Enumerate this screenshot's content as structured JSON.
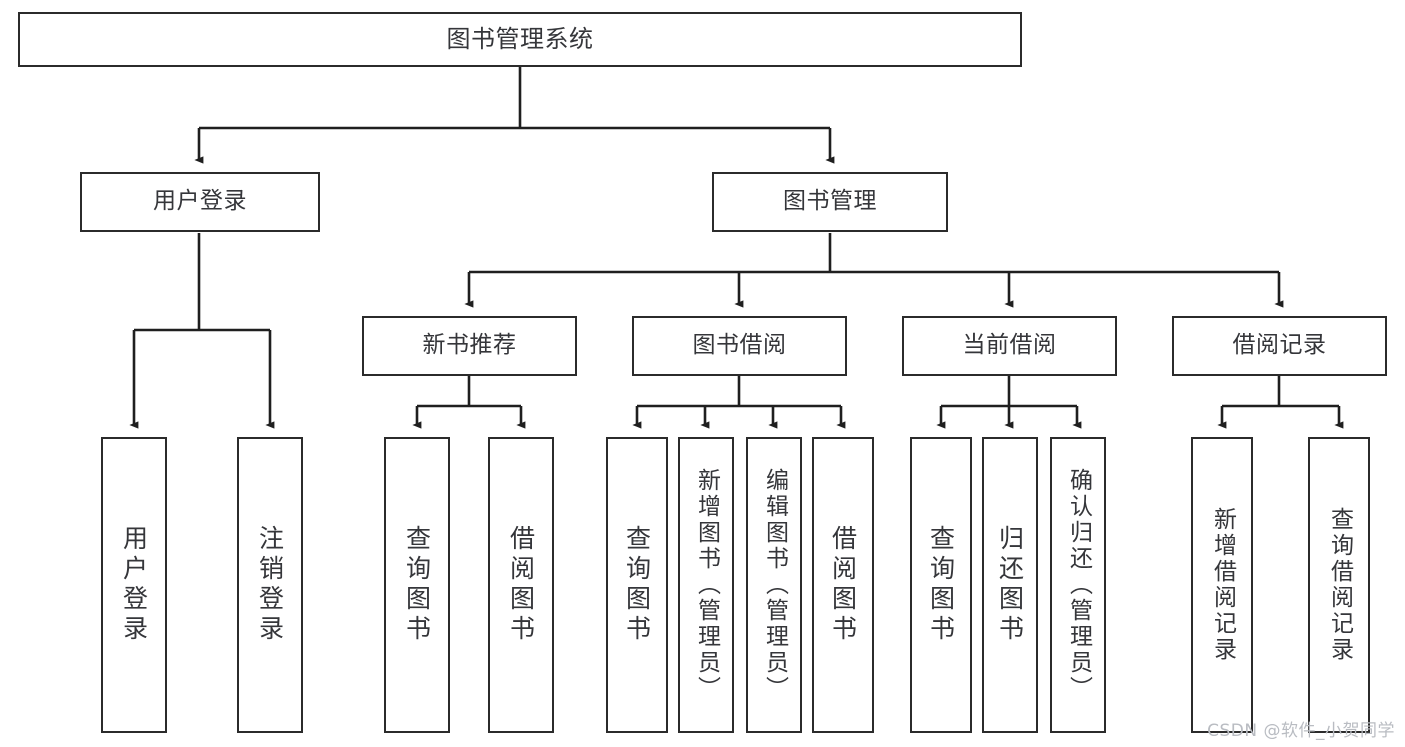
{
  "diagram": {
    "type": "tree-hierarchy-diagram",
    "title": "图书管理系统",
    "root": {
      "id": "root",
      "label": "图书管理系统"
    },
    "level2": [
      {
        "id": "user-login",
        "label": "用户登录"
      },
      {
        "id": "book-management",
        "label": "图书管理"
      }
    ],
    "level3": [
      {
        "id": "new-book-recommend",
        "label": "新书推荐",
        "parent": "book-management"
      },
      {
        "id": "book-borrow",
        "label": "图书借阅",
        "parent": "book-management"
      },
      {
        "id": "current-borrow",
        "label": "当前借阅",
        "parent": "book-management"
      },
      {
        "id": "borrow-record",
        "label": "借阅记录",
        "parent": "book-management"
      }
    ],
    "leaves": [
      {
        "id": "leaf-user-login",
        "label": "用户登录",
        "parent": "user-login"
      },
      {
        "id": "leaf-logout",
        "label": "注销登录",
        "parent": "user-login"
      },
      {
        "id": "leaf-query-book-1",
        "label": "查询图书",
        "parent": "new-book-recommend"
      },
      {
        "id": "leaf-borrow-book-1",
        "label": "借阅图书",
        "parent": "new-book-recommend"
      },
      {
        "id": "leaf-query-book-2",
        "label": "查询图书",
        "parent": "book-borrow"
      },
      {
        "id": "leaf-add-book",
        "label": "新增图书（管理员）",
        "parent": "book-borrow"
      },
      {
        "id": "leaf-edit-book",
        "label": "编辑图书（管理员）",
        "parent": "book-borrow"
      },
      {
        "id": "leaf-borrow-book-2",
        "label": "借阅图书",
        "parent": "book-borrow"
      },
      {
        "id": "leaf-query-book-3",
        "label": "查询图书",
        "parent": "current-borrow"
      },
      {
        "id": "leaf-return-book",
        "label": "归还图书",
        "parent": "current-borrow"
      },
      {
        "id": "leaf-confirm-return",
        "label": "确认归还（管理员）",
        "parent": "current-borrow"
      },
      {
        "id": "leaf-add-record",
        "label": "新增借阅记录",
        "parent": "borrow-record"
      },
      {
        "id": "leaf-query-record",
        "label": "查询借阅记录",
        "parent": "borrow-record"
      }
    ]
  },
  "watermark": {
    "text": "CSDN @软件_小贺同学"
  },
  "colors": {
    "box_border": "#2b2b2b",
    "box_fill": "#ffffff",
    "text": "#35363a",
    "connector": "#1f1f1f",
    "watermark": "#b9bcc2",
    "background": "#ffffff"
  }
}
